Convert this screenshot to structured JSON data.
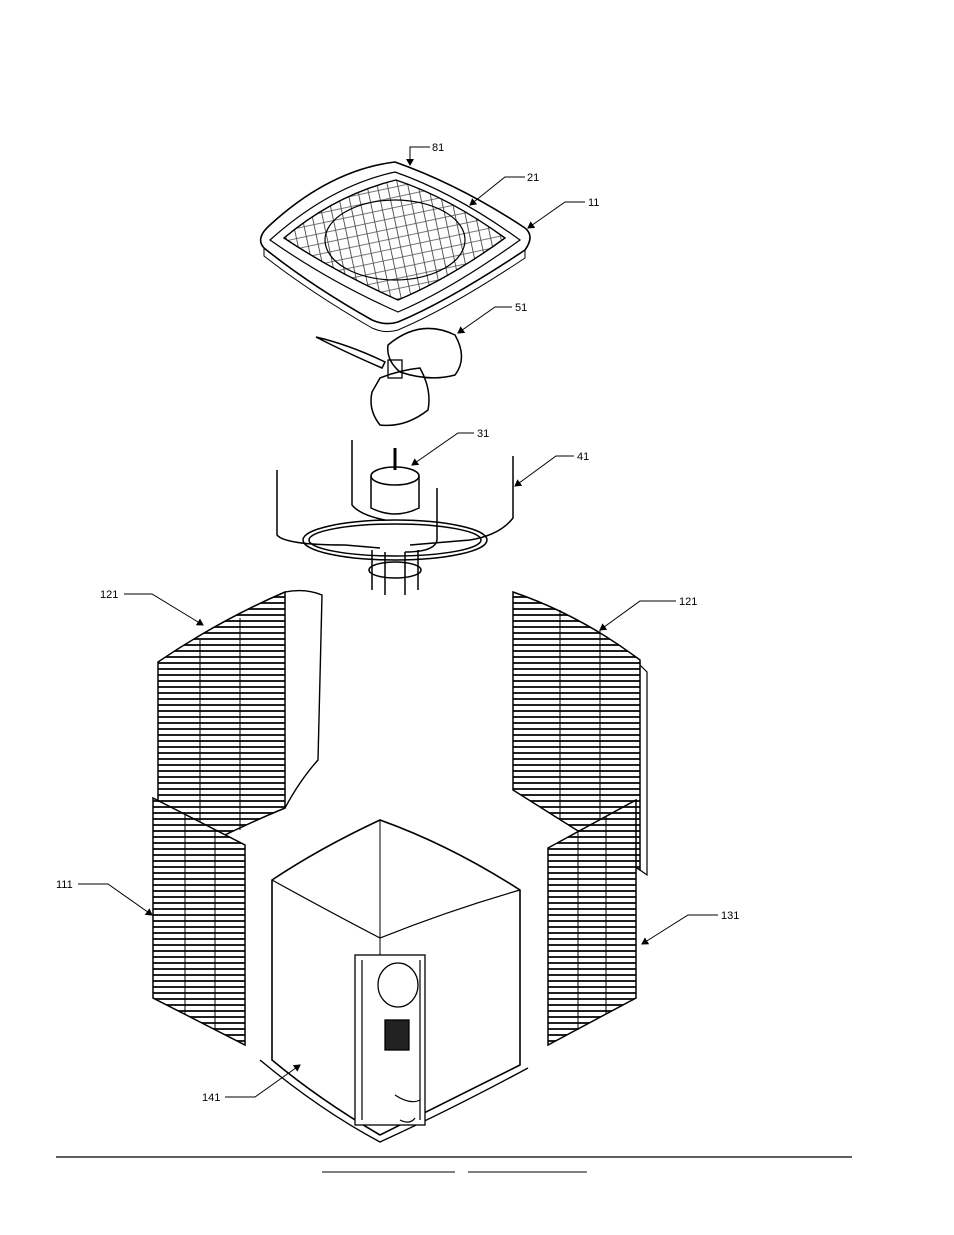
{
  "diagram": {
    "callouts": {
      "c81": "81",
      "c21": "21",
      "c11": "11",
      "c51": "51",
      "c31": "31",
      "c41": "41",
      "c121_left": "121",
      "c121_right": "121",
      "c111": "111",
      "c131": "131",
      "c141": "141"
    }
  },
  "footer": {
    "left_field": "",
    "right_field": ""
  }
}
